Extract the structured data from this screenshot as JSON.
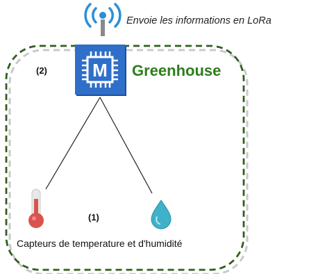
{
  "antenna": {
    "label": "Envoie les informations en LoRa",
    "icon": "wireless-antenna-icon",
    "color": "#2b8fd6"
  },
  "chip": {
    "icon": "microcontroller-chip-icon",
    "letter": "M",
    "color": "#2f6fc9"
  },
  "greenhouse": {
    "title": "Greenhouse",
    "title_color": "#2e7d1c",
    "border_color": "#2f5f1f",
    "step_top": "(2)",
    "step_bottom": "(1)"
  },
  "sensors": {
    "caption": "Capteurs de temperature et d'humidité",
    "thermometer_icon": "thermometer-icon",
    "droplet_icon": "water-droplet-icon",
    "thermometer_color": "#d9534f",
    "droplet_color": "#3fb2c9"
  }
}
